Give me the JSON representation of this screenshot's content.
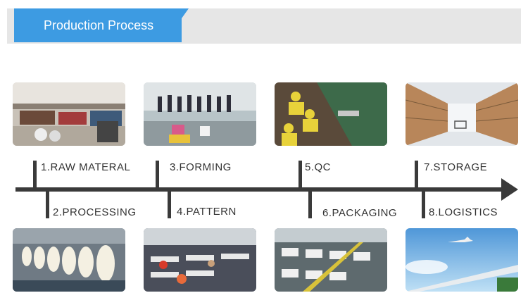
{
  "header": {
    "title": "Production Process",
    "accent_color": "#3d9be2"
  },
  "steps": [
    {
      "label": "1.RAW MATERAL",
      "photo": "fabric-warehouse"
    },
    {
      "label": "2.PROCESSING",
      "photo": "yarn-machines"
    },
    {
      "label": "3.FORMING",
      "photo": "sewing-line"
    },
    {
      "label": "4.PATTERN",
      "photo": "sewing-workshop"
    },
    {
      "label": "5.QC",
      "photo": "quality-check-line"
    },
    {
      "label": "6.PACKAGING",
      "photo": "packaging-line"
    },
    {
      "label": "7.STORAGE",
      "photo": "storage-warehouse"
    },
    {
      "label": "8.LOGISTICS",
      "photo": "airplane-train"
    }
  ]
}
